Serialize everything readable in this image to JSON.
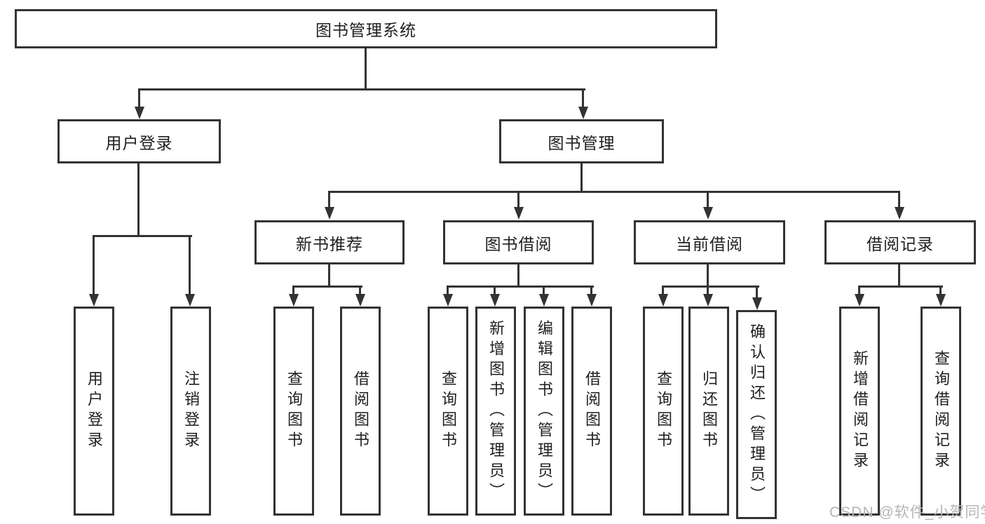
{
  "tree": {
    "root": {
      "label": "图书管理系统"
    },
    "level2": [
      {
        "label": "用户登录"
      },
      {
        "label": "图书管理"
      }
    ],
    "level3": [
      {
        "label": "新书推荐"
      },
      {
        "label": "图书借阅"
      },
      {
        "label": "当前借阅"
      },
      {
        "label": "借阅记录"
      }
    ],
    "leaves": {
      "user_login": [
        {
          "label": "用户登录"
        },
        {
          "label": "注销登录"
        }
      ],
      "new_books": [
        {
          "label": "查询图书"
        },
        {
          "label": "借阅图书"
        }
      ],
      "book_borrow": [
        {
          "label": "查询图书"
        },
        {
          "label": "新增图书（管理员）"
        },
        {
          "label": "编辑图书（管理员）"
        },
        {
          "label": "借阅图书"
        }
      ],
      "current_borrow": [
        {
          "label": "查询图书"
        },
        {
          "label": "归还图书"
        },
        {
          "label": "确认归还（管理员）"
        }
      ],
      "borrow_records": [
        {
          "label": "新增借阅记录"
        },
        {
          "label": "查询借阅记录"
        }
      ]
    }
  },
  "watermark": {
    "text": "CSDN @软件_小贺同学"
  },
  "colors": {
    "line": "#333333",
    "box_border": "#333333",
    "text": "#1f1f1f",
    "background": "#ffffff",
    "watermark": "#b5b5b5"
  }
}
